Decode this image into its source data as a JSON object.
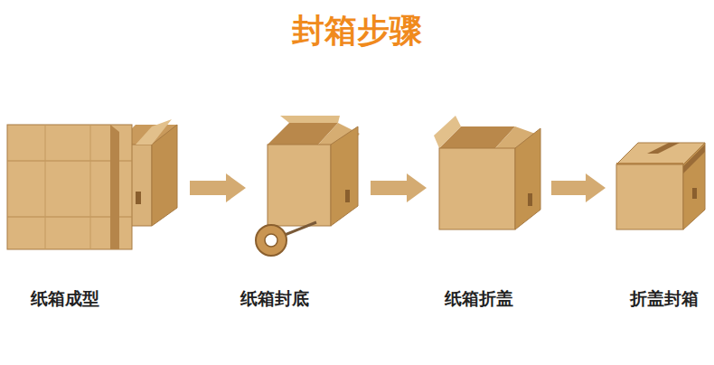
{
  "diagram": {
    "title": "封箱步骤",
    "nodes": [
      {
        "text": [
          "纸箱成型"
        ]
      },
      {
        "text": [
          "纸箱封底"
        ]
      },
      {
        "text": [
          "纸箱折盖"
        ]
      },
      {
        "text": [
          "折盖封箱"
        ]
      }
    ],
    "edges": [
      {
        "from": 0,
        "to": 1,
        "arrow": "to"
      },
      {
        "from": 1,
        "to": 2,
        "arrow": "to"
      },
      {
        "from": 2,
        "to": 3,
        "arrow": "to"
      }
    ]
  }
}
